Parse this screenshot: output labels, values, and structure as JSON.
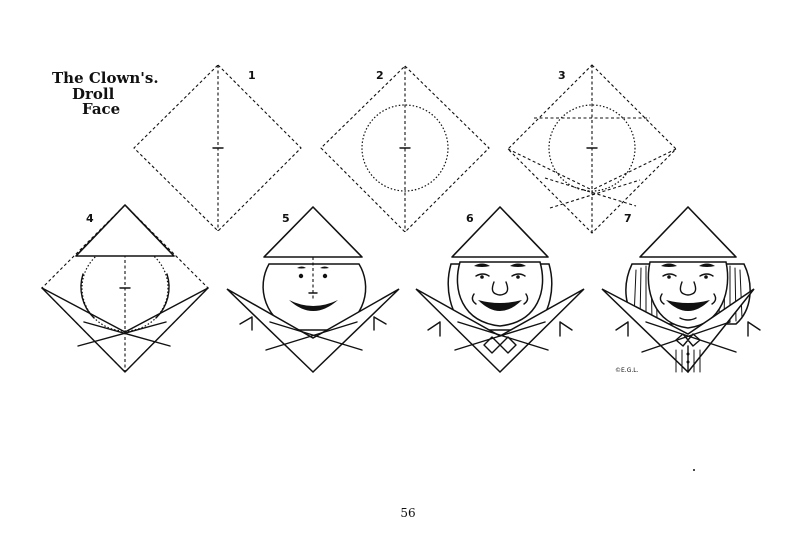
{
  "title": {
    "line1": "The Clown's.",
    "line2": "Droll",
    "line3": "Face"
  },
  "steps": [
    "1",
    "2",
    "3",
    "4",
    "5",
    "6",
    "7"
  ],
  "copyright": "©E.G.L.",
  "page_number": "56",
  "colors": {
    "ink": "#111111",
    "paper": "#ffffff"
  }
}
